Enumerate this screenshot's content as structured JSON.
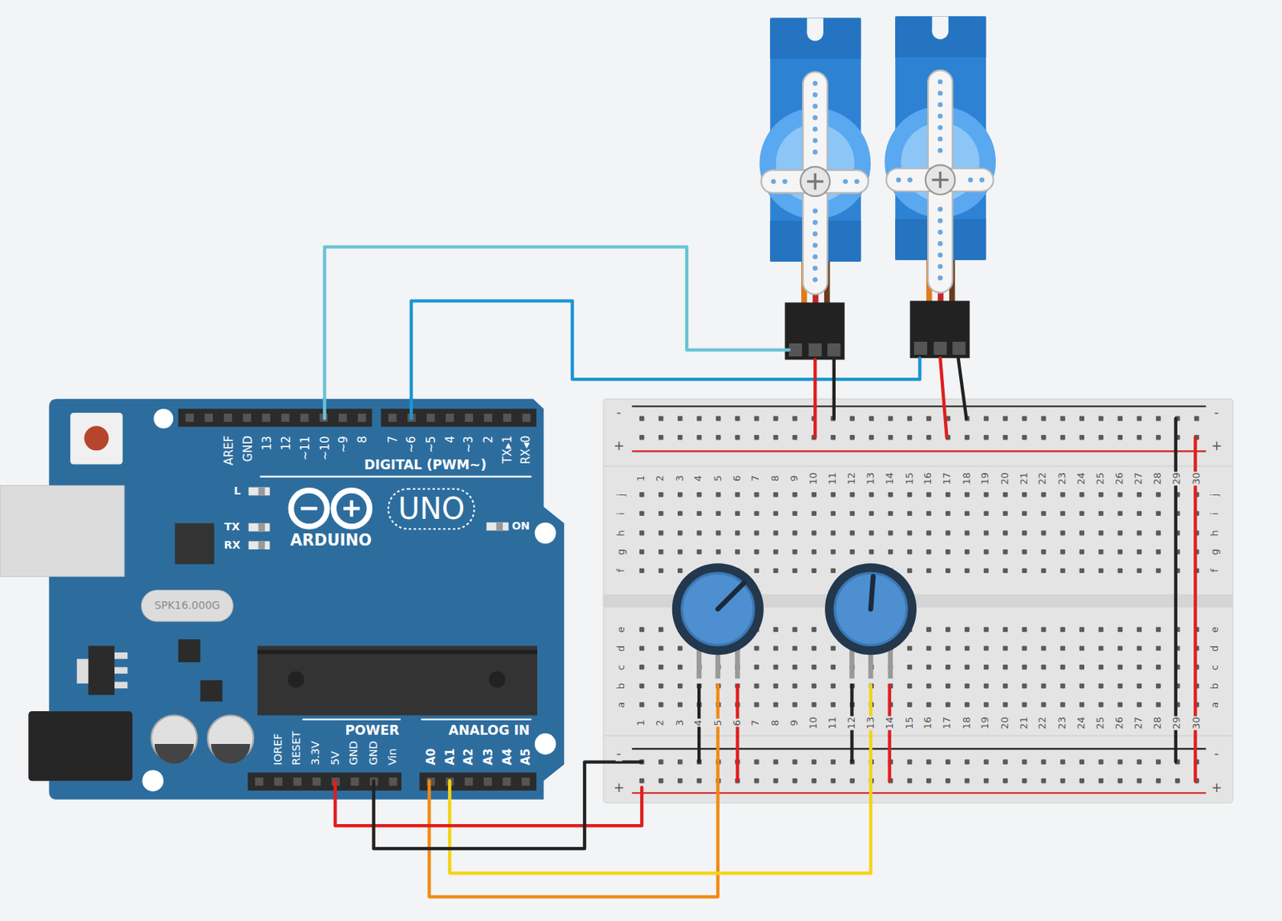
{
  "diagram": {
    "labels": [
      "AREF",
      "GND",
      "13",
      "12",
      "~11",
      "~10",
      "~9",
      "8",
      "7",
      "~6",
      "~5",
      "4",
      "~3",
      "2",
      "TX▸1",
      "RX◂0",
      "DIGITAL (PWM~)",
      "L",
      "TX",
      "RX",
      "ARDUINO",
      "UNO",
      "ON",
      "SPK16.000G",
      "IOREF",
      "RESET",
      "3.3V",
      "5V",
      "GND",
      "GND",
      "Vin",
      "POWER",
      "ANALOG IN",
      "A0",
      "A1",
      "A2",
      "A3",
      "A4",
      "A5",
      "-",
      "+",
      "-",
      "+",
      "1",
      "2",
      "3",
      "4",
      "5",
      "6",
      "7",
      "8",
      "9",
      "10",
      "11",
      "12",
      "13",
      "14",
      "15",
      "16",
      "17",
      "18",
      "19",
      "20",
      "21",
      "22",
      "23",
      "24",
      "25",
      "26",
      "27",
      "28",
      "29",
      "30",
      "j",
      "i",
      "h",
      "g",
      "f",
      "j",
      "i",
      "h",
      "g",
      "f",
      "e",
      "d",
      "c",
      "b",
      "a",
      "e",
      "d",
      "c",
      "b",
      "a",
      "1",
      "2",
      "3",
      "4",
      "5",
      "6",
      "7",
      "8",
      "9",
      "10",
      "11",
      "12",
      "13",
      "14",
      "15",
      "16",
      "17",
      "18",
      "19",
      "20",
      "21",
      "22",
      "23",
      "24",
      "25",
      "26",
      "27",
      "28",
      "29",
      "30",
      "-",
      "+",
      "-",
      "+"
    ]
  }
}
